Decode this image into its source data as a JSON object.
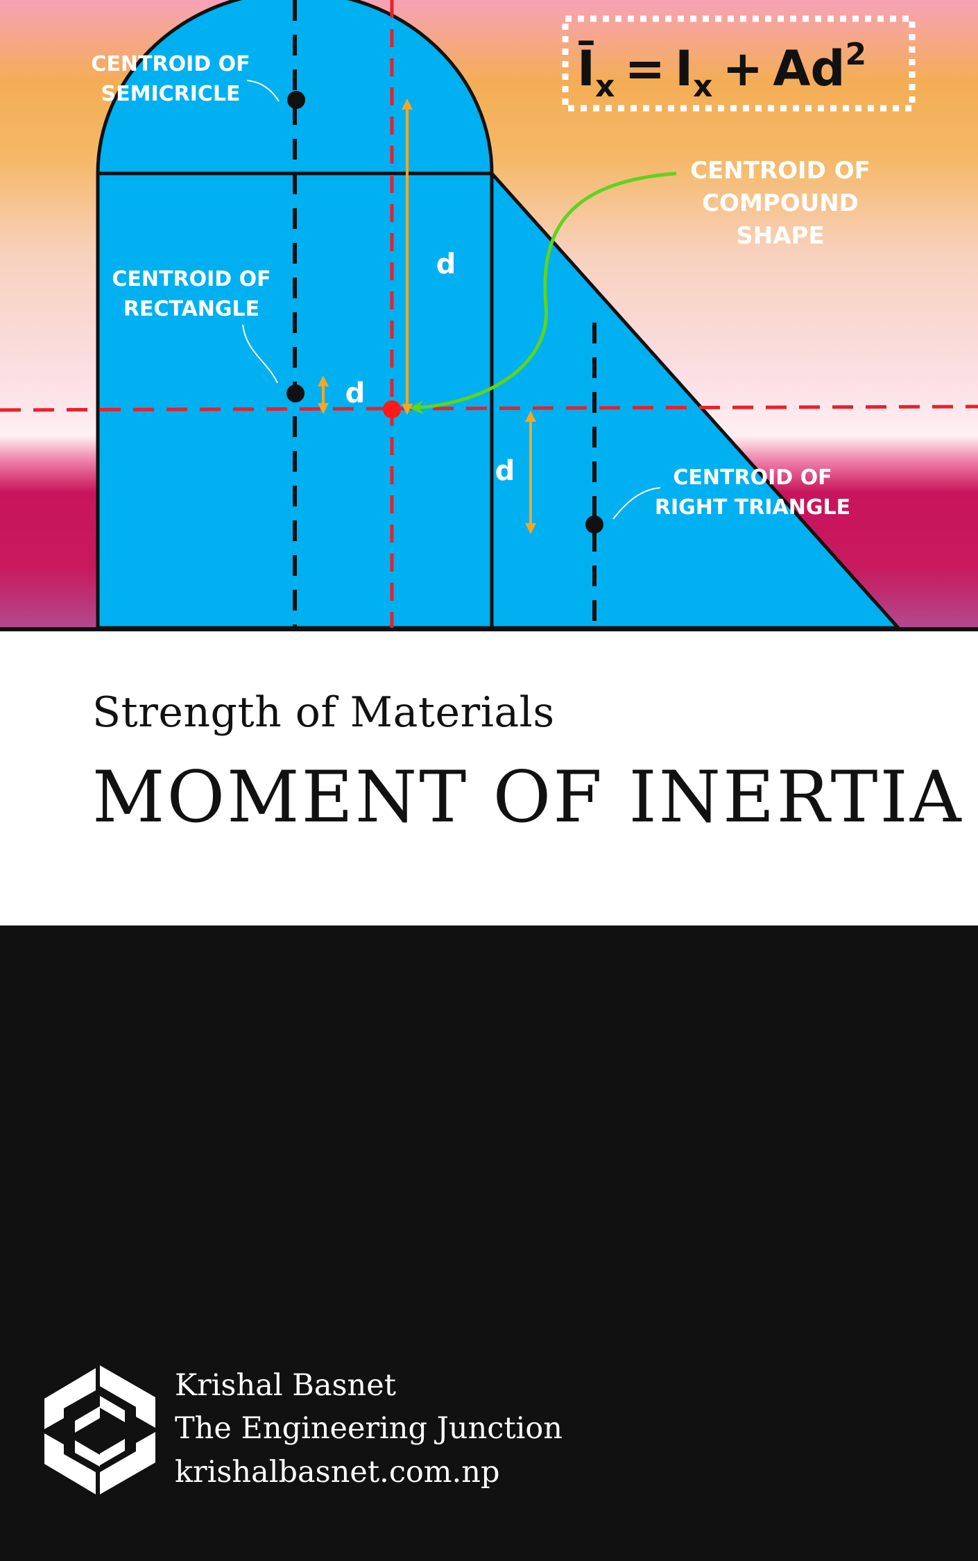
{
  "figure": {
    "formula": {
      "lhs": "Ī",
      "lhs_sub": "x",
      "equals": "=",
      "rhs_i": "I",
      "rhs_i_sub": "x",
      "rhs_plus": "+",
      "rhs_ad": "Ad",
      "rhs_exp": "2"
    },
    "labels": {
      "semicircle_line1": "CENTROID OF",
      "semicircle_line2": "SEMICRICLE",
      "rectangle_line1": "CENTROID OF",
      "rectangle_line2": "RECTANGLE",
      "compound_line1": "CENTROID OF",
      "compound_line2": "COMPOUND",
      "compound_line3": "SHAPE",
      "triangle_line1": "CENTROID OF",
      "triangle_line2": "RIGHT TRIANGLE",
      "d_semicircle": "d",
      "d_rectangle": "d",
      "d_triangle": "d"
    },
    "colors": {
      "shape_fill": "#00b0f0",
      "outline": "#111111",
      "compound_centroid": "#ff1a1a",
      "distance_arrow": "#f5a623",
      "pointer_arrow": "#5ed420",
      "background_top": "#f7a4b3",
      "background_mid": "#f4b04f",
      "background_band": "#c8145a"
    }
  },
  "title_block": {
    "subtitle": "Strength of Materials",
    "title": "MOMENT OF INERTIA"
  },
  "footer": {
    "logo_icon": "hexagon-swirl-icon",
    "author": "Krishal Basnet",
    "publisher": "The Engineering Junction",
    "website": "krishalbasnet.com.np"
  }
}
